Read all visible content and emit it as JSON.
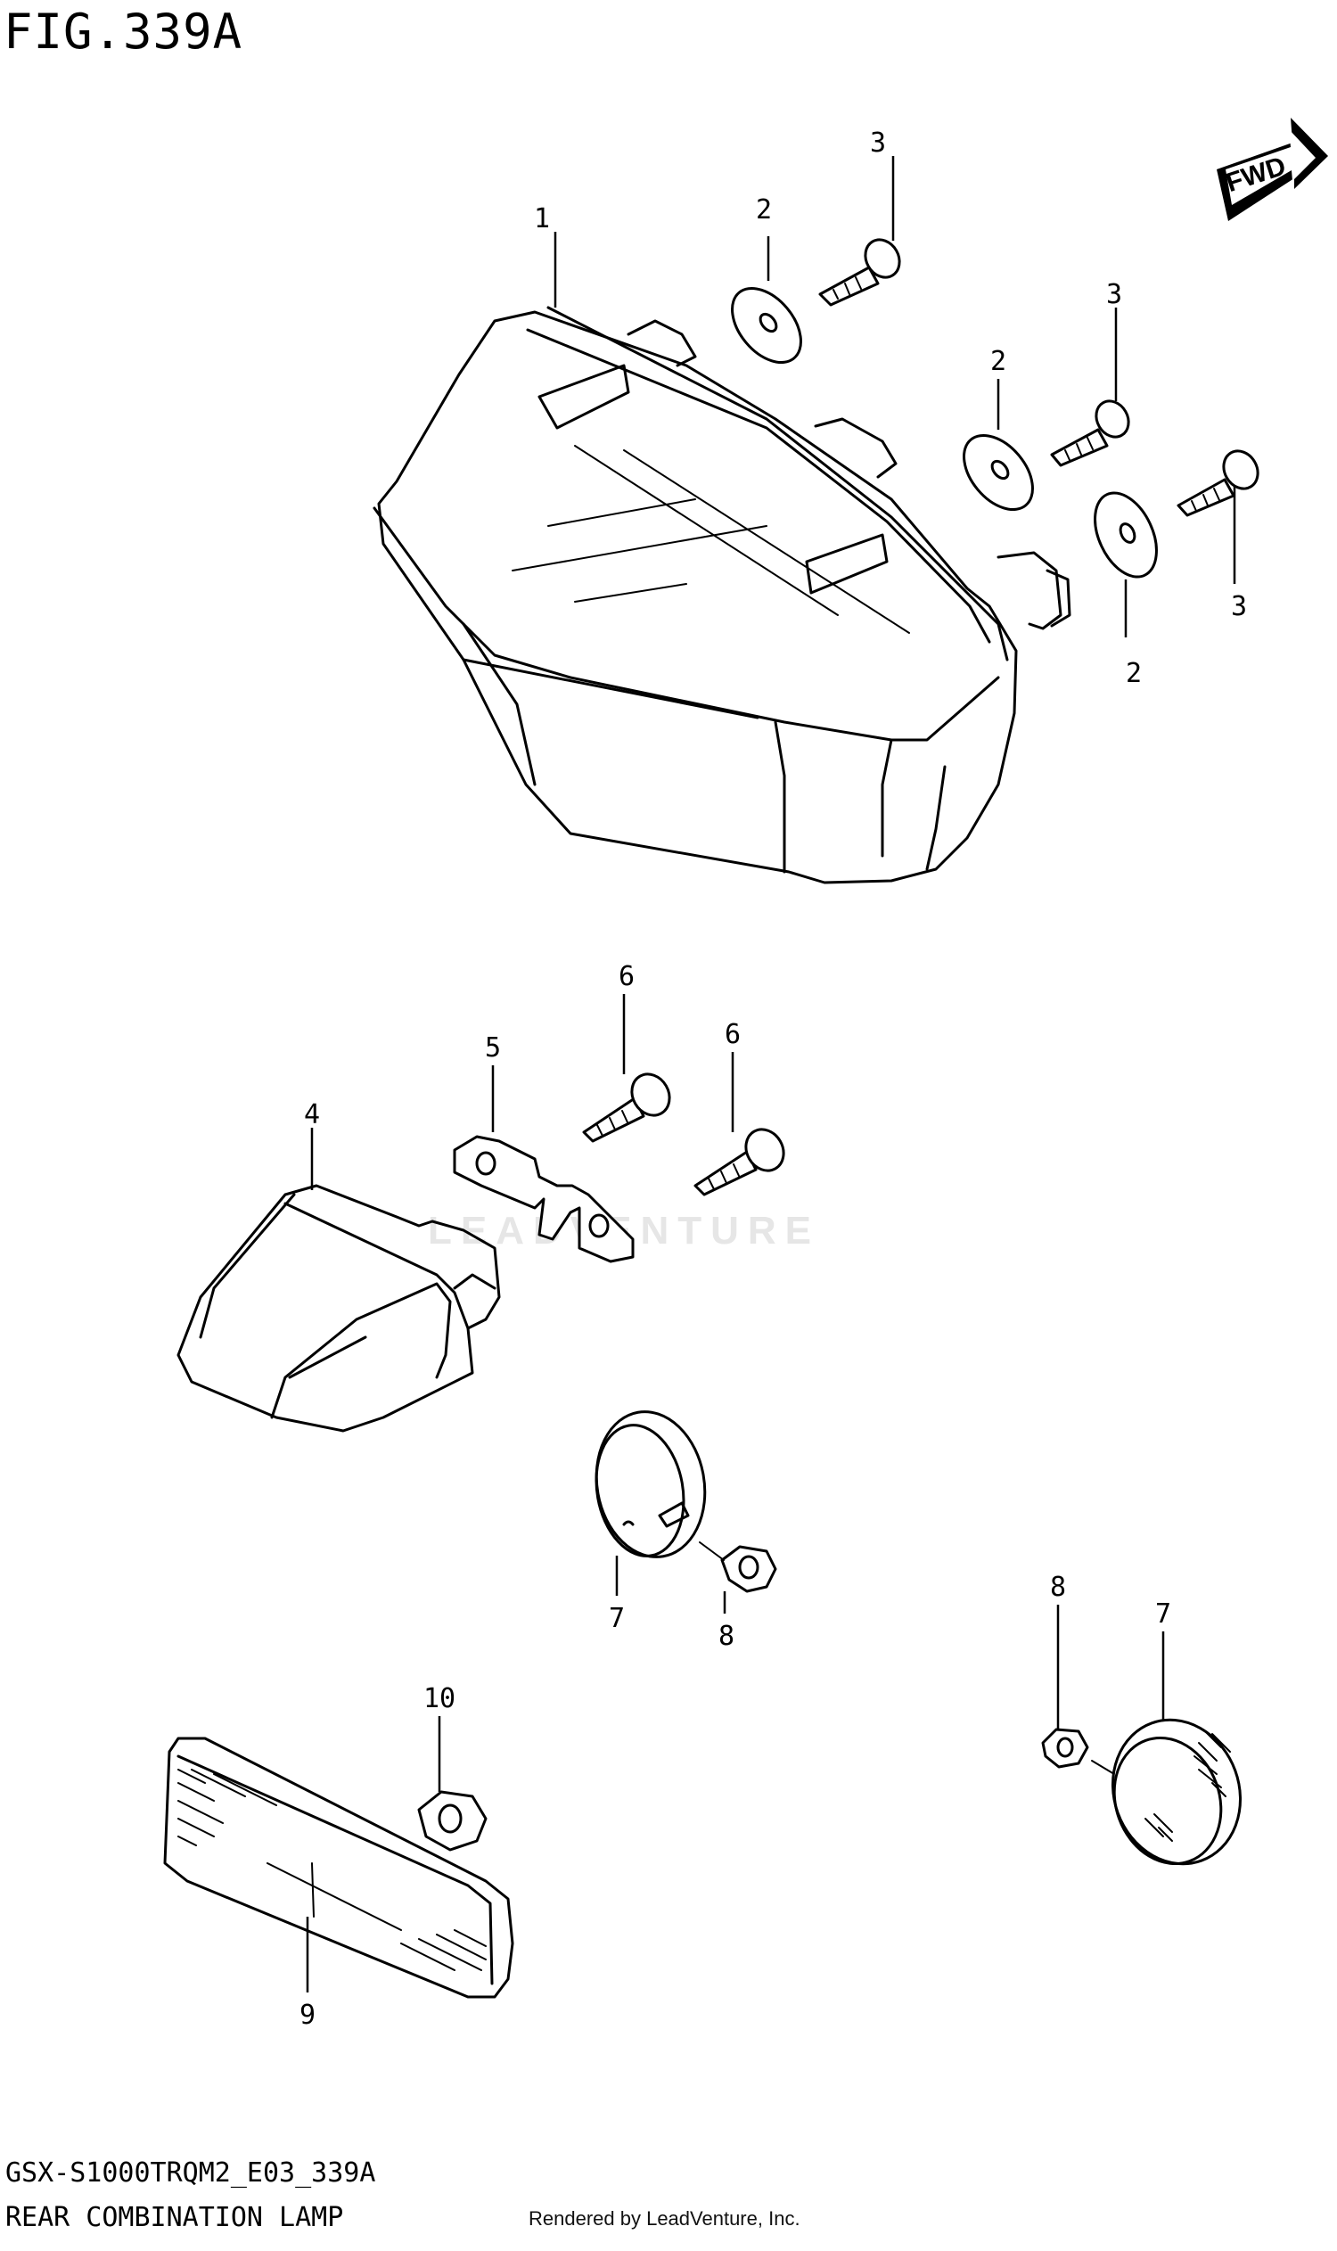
{
  "figure": {
    "title": "FIG.339A",
    "model_code": "GSX-S1000TRQM2_E03_339A",
    "diagram_title": "REAR COMBINATION LAMP",
    "rendered_by": "Rendered by LeadVenture, Inc.",
    "watermark": "LEADVENTURE",
    "direction_badge": "FWD"
  },
  "callouts": {
    "c1": "1",
    "c2a": "2",
    "c2b": "2",
    "c2c": "2",
    "c3a": "3",
    "c3b": "3",
    "c3c": "3",
    "c4": "4",
    "c5": "5",
    "c6a": "6",
    "c6b": "6",
    "c7a": "7",
    "c7b": "7",
    "c8a": "8",
    "c8b": "8",
    "c9": "9",
    "c10": "10"
  }
}
